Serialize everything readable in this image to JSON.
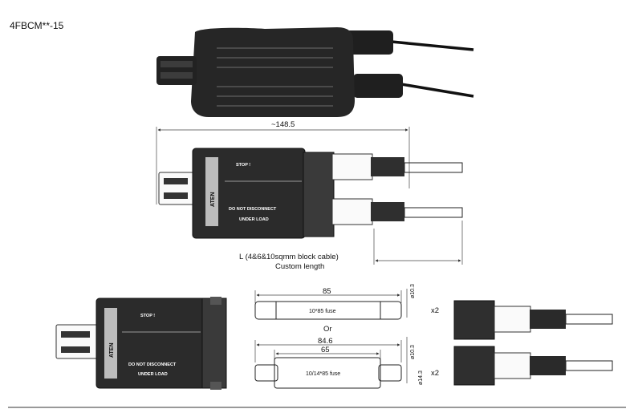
{
  "model": "4FBCM**-15",
  "housing_brand": "ATEN",
  "housing_text": {
    "stop": "STOP !",
    "warning_line1": "DO NOT DISCONNECT",
    "warning_line2": "UNDER LOAD"
  },
  "dimensions": {
    "overall_length": "~148.5",
    "cable_note_line1": "L (4&6&10sqmm block cable)",
    "cable_note_line2": "Custom length"
  },
  "fuse_option_a": {
    "length": "85",
    "diameter": "ø10.3",
    "label": "10*85 fuse",
    "qty": "x2"
  },
  "fuse_separator": "Or",
  "fuse_option_b": {
    "overall_length": "84.6",
    "body_length": "65",
    "diameter_small": "ø10.3",
    "diameter_large": "ø14.3",
    "label": "10/14*85 fuse",
    "qty": "x2"
  },
  "colors": {
    "housing": "#2b2b2b",
    "line": "#222222",
    "background": "#ffffff"
  }
}
